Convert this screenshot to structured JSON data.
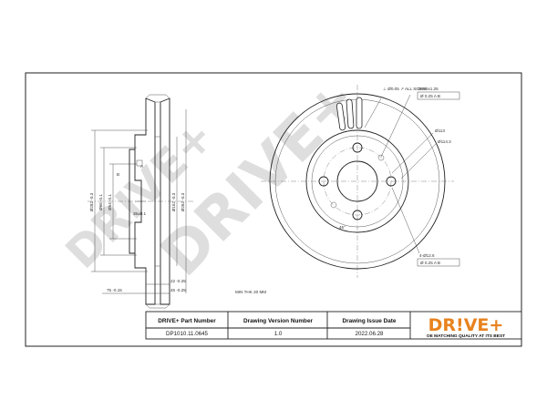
{
  "header": {
    "part_number_label": "DRIVE+ Part Number",
    "drawing_version_label": "Drawing Version Number",
    "drawing_issue_label": "Drawing Issue Date"
  },
  "values": {
    "part_number": "DP1010.11.0645",
    "drawing_version": "1.0",
    "drawing_issue_date": "2022.06.28"
  },
  "brand": {
    "logo_text": "DR!VE+",
    "tagline": "OE MATCHING QUALITY AT ITS BEST",
    "watermark": "DRIVE+",
    "accent_color": "#e8821e",
    "dark_color": "#1a1a1a"
  },
  "side_view": {
    "dim_outer": "Ø282 -0.3",
    "dim_hub": "Ø66 -0.1",
    "dim_center": "Ø54 -0.1",
    "dim_ring": "Ø152 -0.3",
    "dim_inner": "Ø262 -0.3",
    "dim_angle": "35±0.1",
    "dim_thickness_total": "75 -0.15",
    "dim_thickness": "22 -0.25",
    "dim_width": "45 -0.25",
    "min_thickness": "MIN THK 20 MM"
  },
  "front_view": {
    "note_runout": "⊥ Ø0.05 ↗ ALL SIDES",
    "note_holes_top": "2-M8x1.25",
    "frame_top": "Ø 0.25  A B",
    "dim_114": "Ø113",
    "dim_100": "Ø114.3",
    "dim_angle": "45°",
    "note_holes_bottom": "4-Ø12.6",
    "frame_bottom": "Ø 0.25  A B"
  }
}
